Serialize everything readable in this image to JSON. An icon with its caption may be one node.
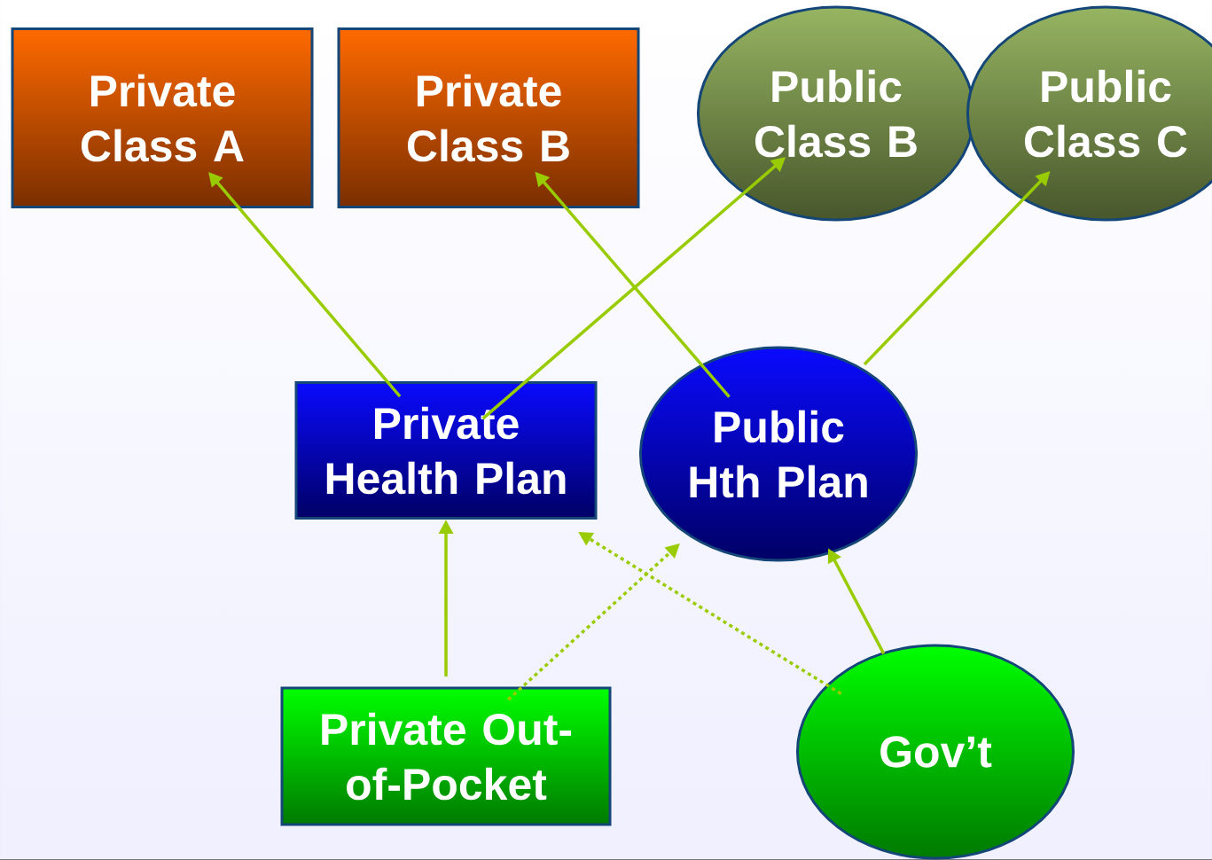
{
  "diagram": {
    "nodes": [
      {
        "text": [
          "Private Class A"
        ]
      },
      {
        "text": [
          "Private Class B"
        ]
      },
      {
        "text": [
          "Public Class B"
        ]
      },
      {
        "text": [
          "Public Class C"
        ]
      },
      {
        "text": [
          "Private Health Plan"
        ]
      },
      {
        "text": [
          "Public Hth Plan"
        ]
      },
      {
        "text": [
          "Private Out-of-Pocket"
        ]
      },
      {
        "text": [
          "Gov’t"
        ]
      }
    ],
    "edges": [
      {
        "from": 4,
        "to": 0,
        "arrow": "to"
      },
      {
        "from": 4,
        "to": 2,
        "arrow": "to"
      },
      {
        "from": 5,
        "to": 1,
        "arrow": "to"
      },
      {
        "from": 5,
        "to": 3,
        "arrow": "to"
      },
      {
        "from": 6,
        "to": 4,
        "arrow": "to"
      },
      {
        "from": 6,
        "to": 5,
        "arrow": "to",
        "style": "dashed"
      },
      {
        "from": 7,
        "to": 5,
        "arrow": "to"
      },
      {
        "from": 7,
        "to": 4,
        "arrow": "to",
        "style": "dashed"
      }
    ]
  }
}
